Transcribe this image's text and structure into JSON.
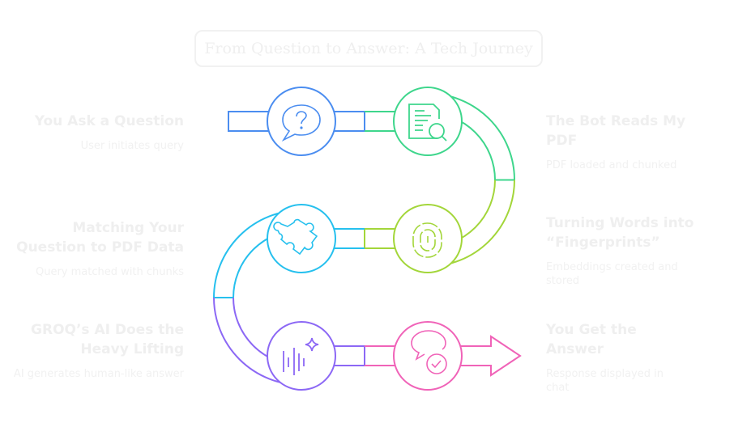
{
  "title": "From Question to Answer: A Tech Journey",
  "steps": [
    {
      "title": "You Ask a Question",
      "desc": "User initiates query",
      "icon": "question-bubble-icon",
      "color": "#4b8df0"
    },
    {
      "title": "The Bot Reads My PDF",
      "desc": "PDF loaded and chunked",
      "icon": "document-search-icon",
      "color": "#3ed68c"
    },
    {
      "title": "Turning Words into “Fingerprints”",
      "desc": "Embeddings created and stored",
      "icon": "fingerprint-icon",
      "color": "#a3d63a"
    },
    {
      "title": "Matching Your Question to PDF Data",
      "desc": "Query matched with chunks",
      "icon": "puzzle-icon",
      "color": "#26c0ee"
    },
    {
      "title": "GROQ’s AI Does the Heavy Lifting",
      "desc": "AI generates human-like answer",
      "icon": "ai-sparkle-icon",
      "color": "#8c68f5"
    },
    {
      "title": "You Get the Answer",
      "desc": "Response displayed in chat",
      "icon": "chat-check-icon",
      "color": "#f063b8"
    }
  ]
}
